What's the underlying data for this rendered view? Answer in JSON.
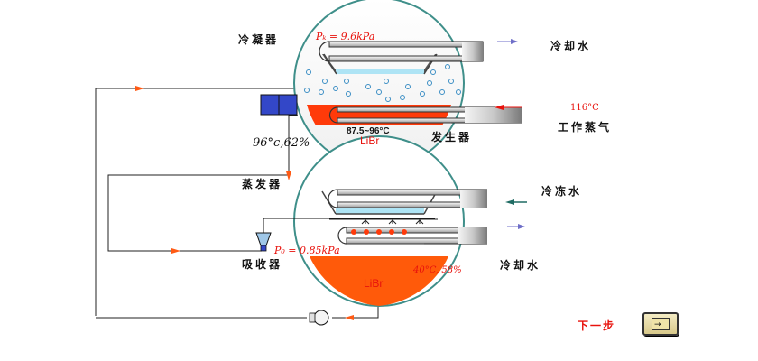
{
  "labels": {
    "condenser": "冷凝器",
    "generator": "发生器",
    "evaporator": "蒸发器",
    "absorber": "吸收器",
    "cooling_water_top": "冷却水",
    "working_steam": "工作蒸气",
    "chilled_water": "冷冻水",
    "cooling_water_bottom": "冷却水",
    "next_step": "下一步"
  },
  "values": {
    "pressure_high": "Pₖ = 9.6kPa",
    "steam_temp": "116°C",
    "gen_temp_range": "87.5~96°C",
    "libr_top": "LiBr",
    "strong_solution": "96°c,62%",
    "pressure_low": "P₀ = 0.85kPa",
    "absorber_state": "40°C, 58%",
    "libr_bottom": "LiBr"
  },
  "colors": {
    "solution_red": "#ff3a0a",
    "water_blue": "#aee4f5",
    "pipe_gray": "#9a9a9a",
    "arrow_orange": "#ff5a14",
    "arrow_purple": "#6e6ec8",
    "arrow_teal": "#1f6b63",
    "vessel_outline": "#3f8f8a",
    "valve_blue": "#3347c8"
  },
  "icons": {
    "next_button": "arrow-right-icon",
    "pump": "pump-icon",
    "valve": "expansion-valve-icon"
  }
}
